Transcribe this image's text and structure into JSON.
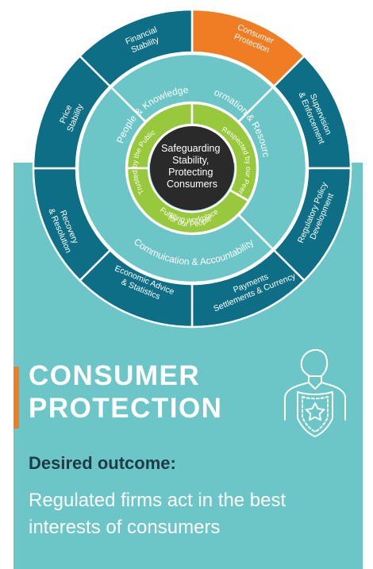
{
  "core": {
    "lines": [
      "Safeguarding",
      "Stability,",
      "Protecting",
      "Consumers"
    ]
  },
  "values": {
    "trusted": "Trusted by the Public",
    "respected": "Respected by our Peers",
    "workplace_1": "Fulfilling workplace",
    "workplace_2": "for our People"
  },
  "enablers": {
    "people": "People & Knowledge",
    "information": "Information & Resources",
    "communication": "Commuication & Accountability"
  },
  "mandates": [
    {
      "lines": [
        "Consumer",
        "Protection"
      ],
      "highlighted": true
    },
    {
      "lines": [
        "Supervision",
        "& Enforcement"
      ],
      "highlighted": false
    },
    {
      "lines": [
        "Regulatory Policy",
        "Development"
      ],
      "highlighted": false
    },
    {
      "lines": [
        "Payments",
        "Settlements & Currency"
      ],
      "highlighted": false
    },
    {
      "lines": [
        "Economic Advice",
        "& Statistics"
      ],
      "highlighted": false
    },
    {
      "lines": [
        "Recovery",
        "& Resolution"
      ],
      "highlighted": false
    },
    {
      "lines": [
        "Price",
        "Stability"
      ],
      "highlighted": false
    },
    {
      "lines": [
        "Financial",
        "Stability"
      ],
      "highlighted": false
    }
  ],
  "section": {
    "title_line1": "CONSUMER",
    "title_line2": "PROTECTION",
    "outcome_label": "Desired outcome:",
    "outcome_text": "Regulated firms act in the best interests of consumers",
    "icon": "officer-shield-star-icon"
  },
  "colors": {
    "outer_ring": "#0e6e85",
    "highlight": "#f07d24",
    "middle_ring": "#6cc5c6",
    "inner_ring": "#98c93c",
    "core": "#2a2a2a",
    "panel": "#6cc5c6",
    "dark_text": "#1e3c48"
  }
}
